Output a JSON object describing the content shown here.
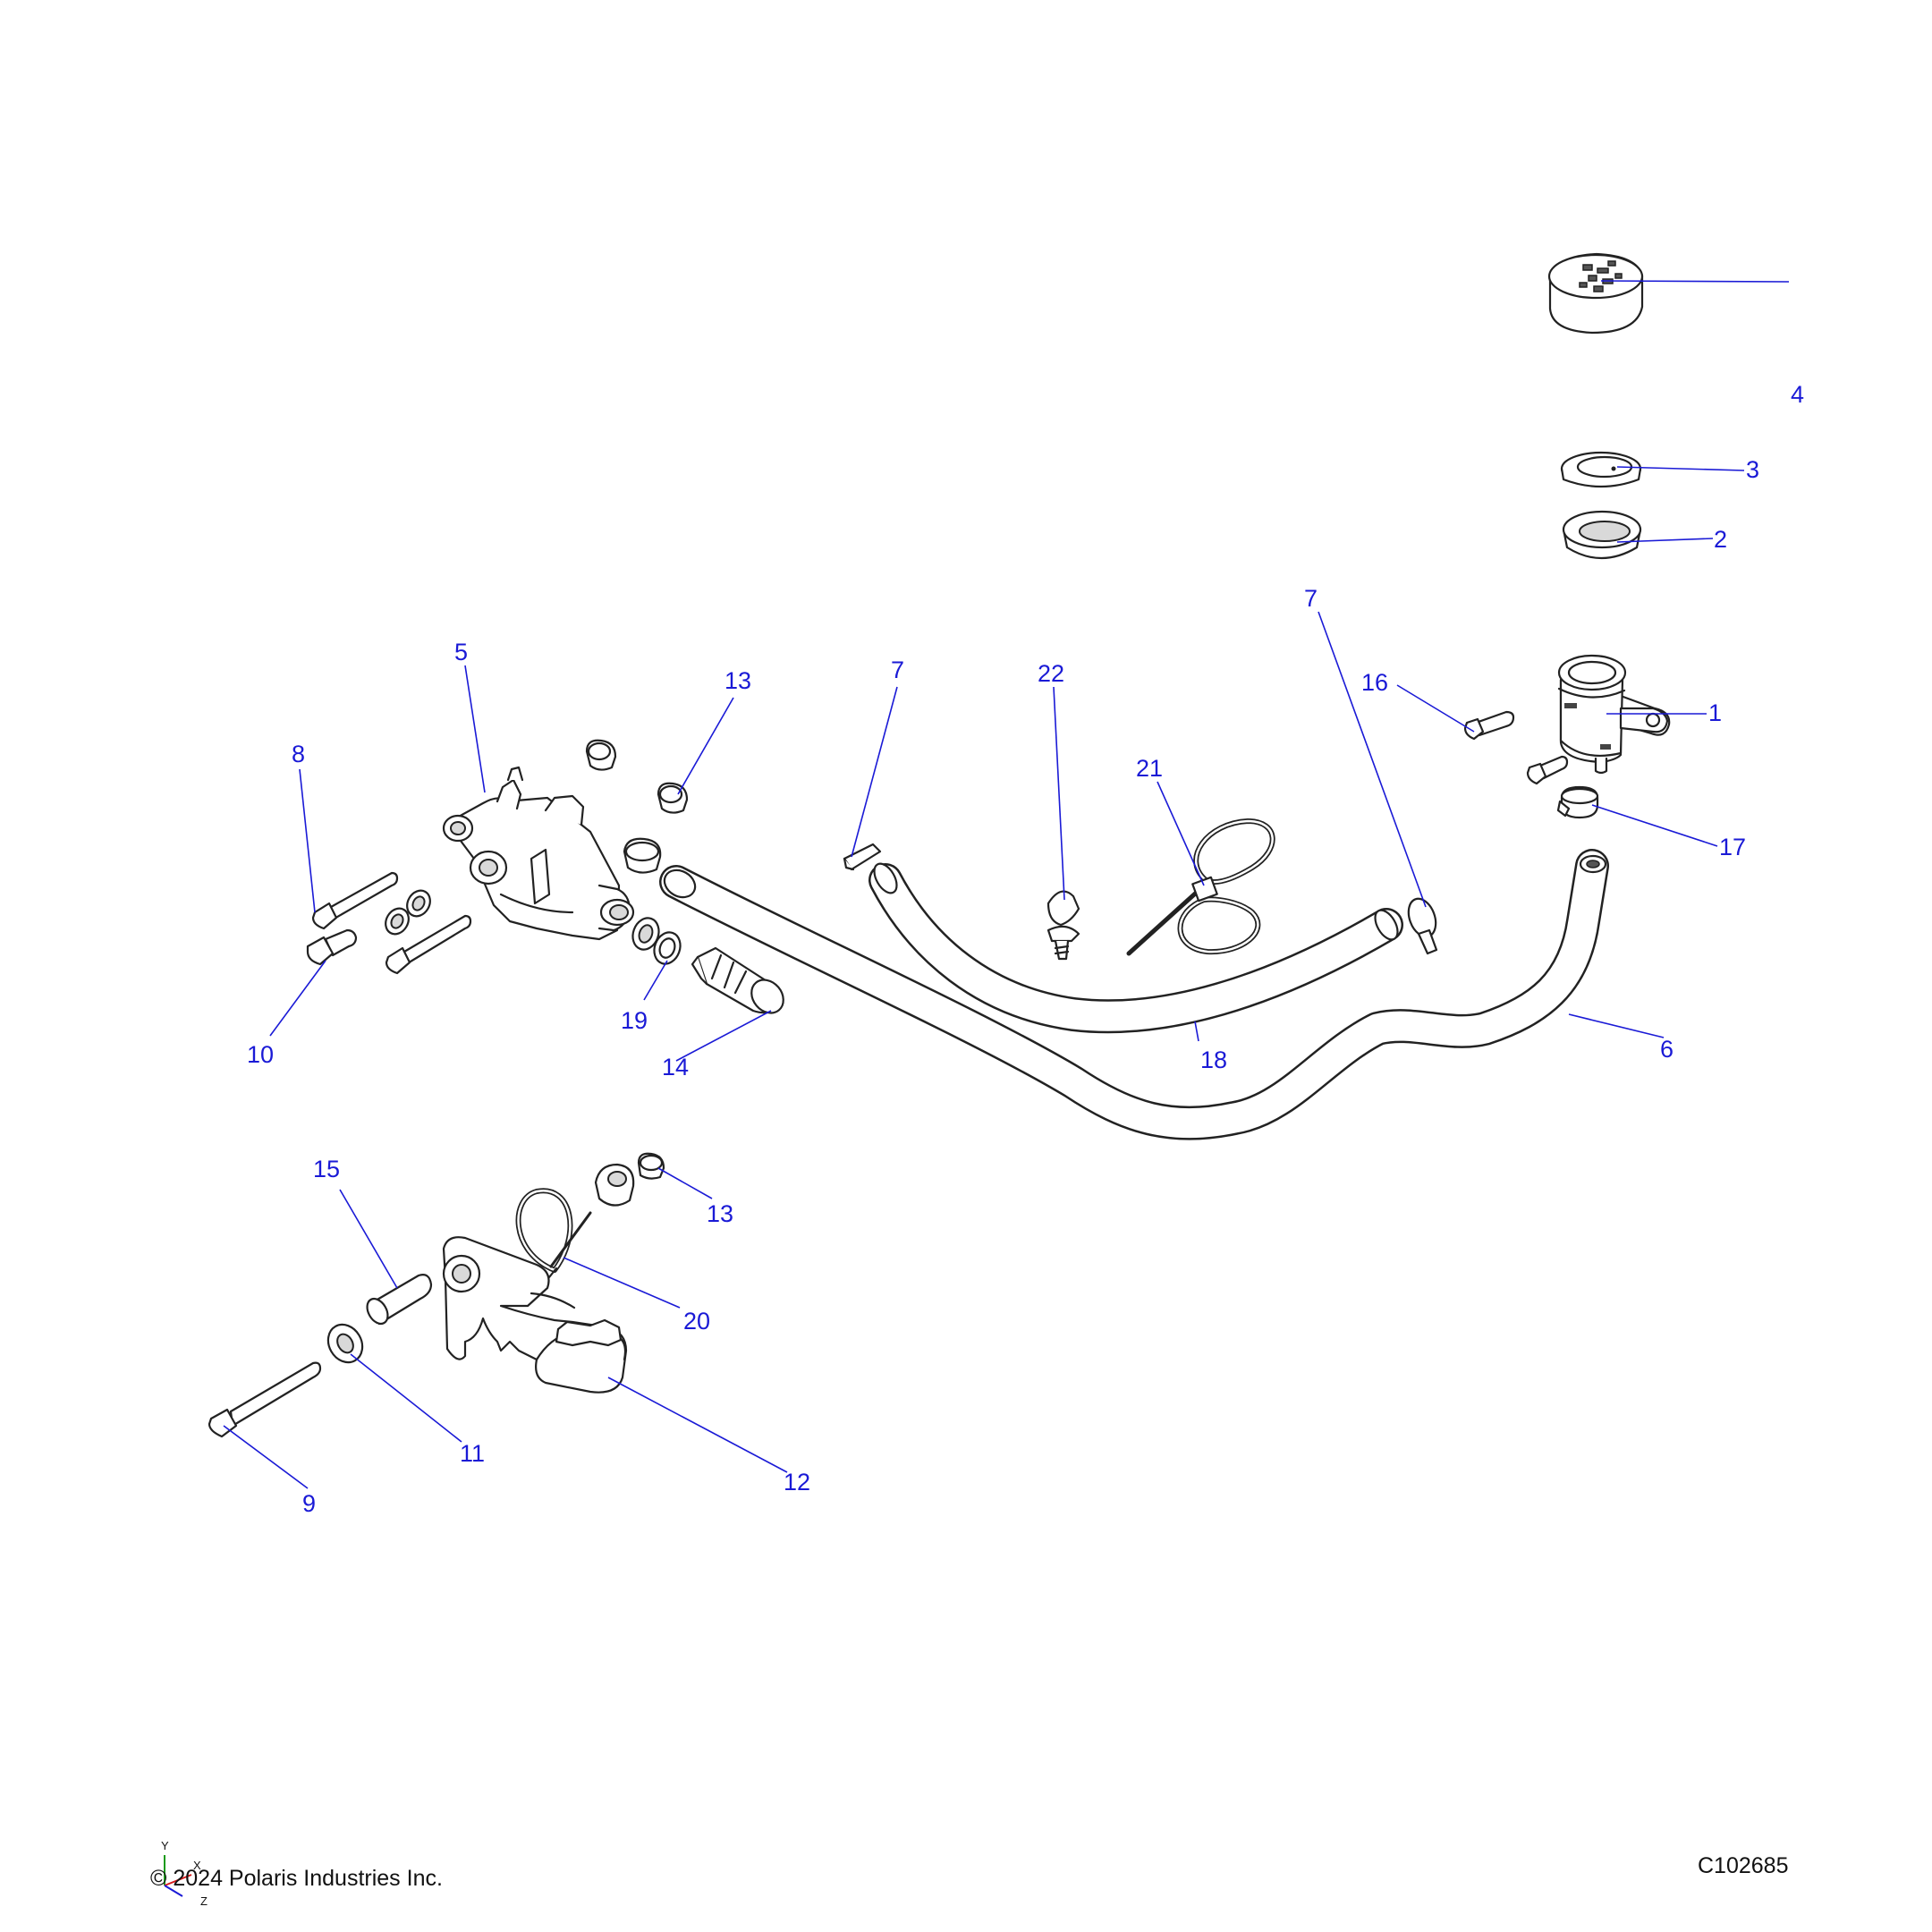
{
  "footer": {
    "copyright": "© 2024 Polaris Industries Inc.",
    "drawing_id": "C102685"
  },
  "axis_triad": {
    "x": "X",
    "y": "Y",
    "z": "Z"
  },
  "callouts": {
    "c1": "1",
    "c2": "2",
    "c3": "3",
    "c4": "4",
    "c5": "5",
    "c6": "6",
    "c7a": "7",
    "c7b": "7",
    "c8": "8",
    "c9": "9",
    "c10": "10",
    "c11": "11",
    "c12": "12",
    "c13a": "13",
    "c13b": "13",
    "c14": "14",
    "c15": "15",
    "c16": "16",
    "c17": "17",
    "c18": "18",
    "c19": "19",
    "c20": "20",
    "c21": "21",
    "c22": "22"
  },
  "colors": {
    "callout": "#1a1ad6",
    "line_art": "#222222"
  }
}
